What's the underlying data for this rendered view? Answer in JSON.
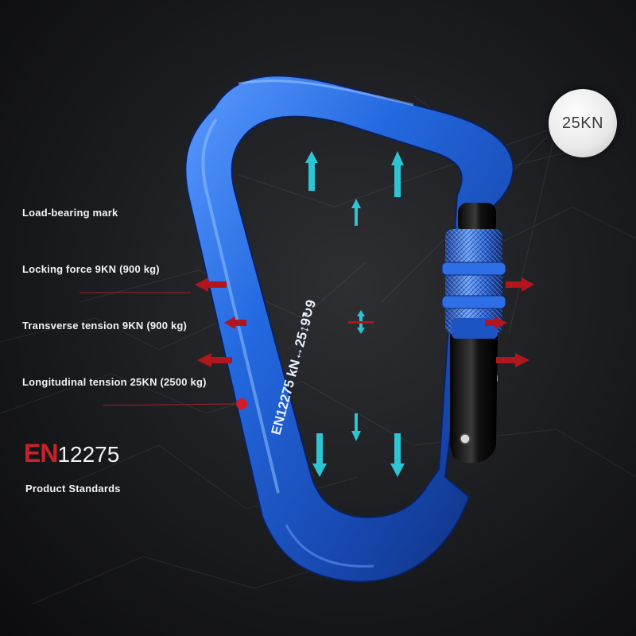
{
  "labels": {
    "load_bearing": "Load-bearing mark",
    "locking_force": "Locking force 9KN (900 kg)",
    "transverse": "Transverse tension 9KN (900 kg)",
    "longitudinal": "Longitudinal tension 25KN (2500 kg)"
  },
  "standard": {
    "prefix": "EN",
    "number": "12275",
    "caption": "Product Standards"
  },
  "badge": {
    "text": "25KN"
  },
  "engraving": {
    "text": "EN12275 kN↔25↕9↻9"
  },
  "colors": {
    "carabiner_blue": "#1f5fd6",
    "arrow_cyan": "#2ec4d4",
    "arrow_red": "#b0161e",
    "en_red": "#c8232b"
  },
  "icons": [
    "carabiner",
    "screw-gate",
    "tension-arrow"
  ]
}
